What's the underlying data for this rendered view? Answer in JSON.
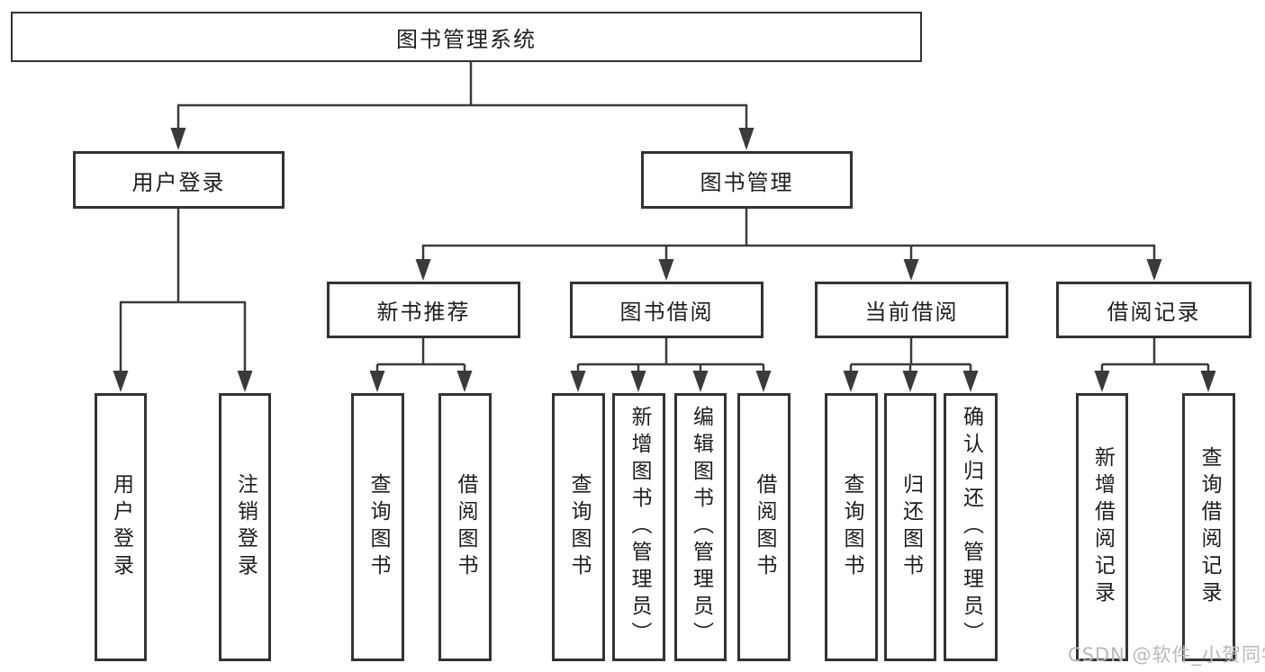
{
  "watermark": "CSDN @软件_小贺同学",
  "tree": {
    "label": "图书管理系统",
    "children": [
      {
        "label": "用户登录",
        "children": [
          {
            "label": "用户登录"
          },
          {
            "label": "注销登录"
          }
        ]
      },
      {
        "label": "图书管理",
        "children": [
          {
            "label": "新书推荐",
            "children": [
              {
                "label": "查询图书"
              },
              {
                "label": "借阅图书"
              }
            ]
          },
          {
            "label": "图书借阅",
            "children": [
              {
                "label": "查询图书"
              },
              {
                "label": "新增图书（管理员）"
              },
              {
                "label": "编辑图书（管理员）"
              },
              {
                "label": "借阅图书"
              }
            ]
          },
          {
            "label": "当前借阅",
            "children": [
              {
                "label": "查询图书"
              },
              {
                "label": "归还图书"
              },
              {
                "label": "确认归还（管理员）"
              }
            ]
          },
          {
            "label": "借阅记录",
            "children": [
              {
                "label": "新增借阅记录"
              },
              {
                "label": "查询借阅记录"
              }
            ]
          }
        ]
      }
    ]
  },
  "colors": {
    "line": "#3a3a3a",
    "border": "#333333",
    "text": "#1d1d1d",
    "watermark": "#b9b9b9",
    "background": "#ffffff"
  }
}
